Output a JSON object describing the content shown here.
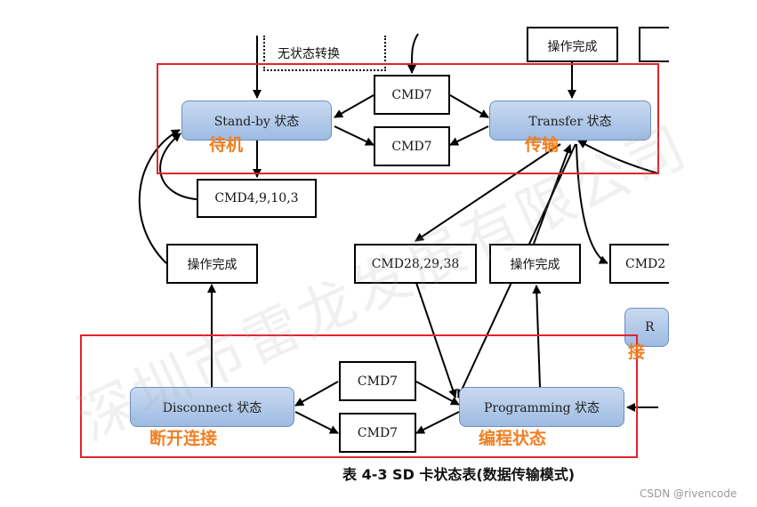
{
  "top_area": {
    "no_state_change": "无状态转换",
    "operation_done_top": "操作完成"
  },
  "states": {
    "standby": "Stand-by 状态",
    "transfer": "Transfer 状态",
    "disconnect": "Disconnect 状态",
    "programming": "Programming 状态",
    "receive_partial": "R"
  },
  "commands": {
    "cmd7_top_upper": "CMD7",
    "cmd7_top_lower": "CMD7",
    "cmd4_9_10_3": "CMD4,9,10,3",
    "cmd28_29_38": "CMD28,29,38",
    "cmd2_partial": "CMD2",
    "cmd7_bottom_upper": "CMD7",
    "cmd7_bottom_lower": "CMD7"
  },
  "op_done": {
    "left": "操作完成",
    "middle": "操作完成"
  },
  "annotations": {
    "standby_cn": "待机",
    "transfer_cn": "传输",
    "disconnect_cn": "断开连接",
    "programming_cn": "编程状态",
    "receive_cn_partial": "接"
  },
  "caption": "表 4-3 SD 卡状态表(数据传输模式)",
  "watermark": "深圳市雷龙发展有限公司",
  "credit": "CSDN @rivencode",
  "colors": {
    "highlight_frame": "#e0242b",
    "annotation_text": "#f07f22",
    "state_fill": "#a9c4e8"
  }
}
